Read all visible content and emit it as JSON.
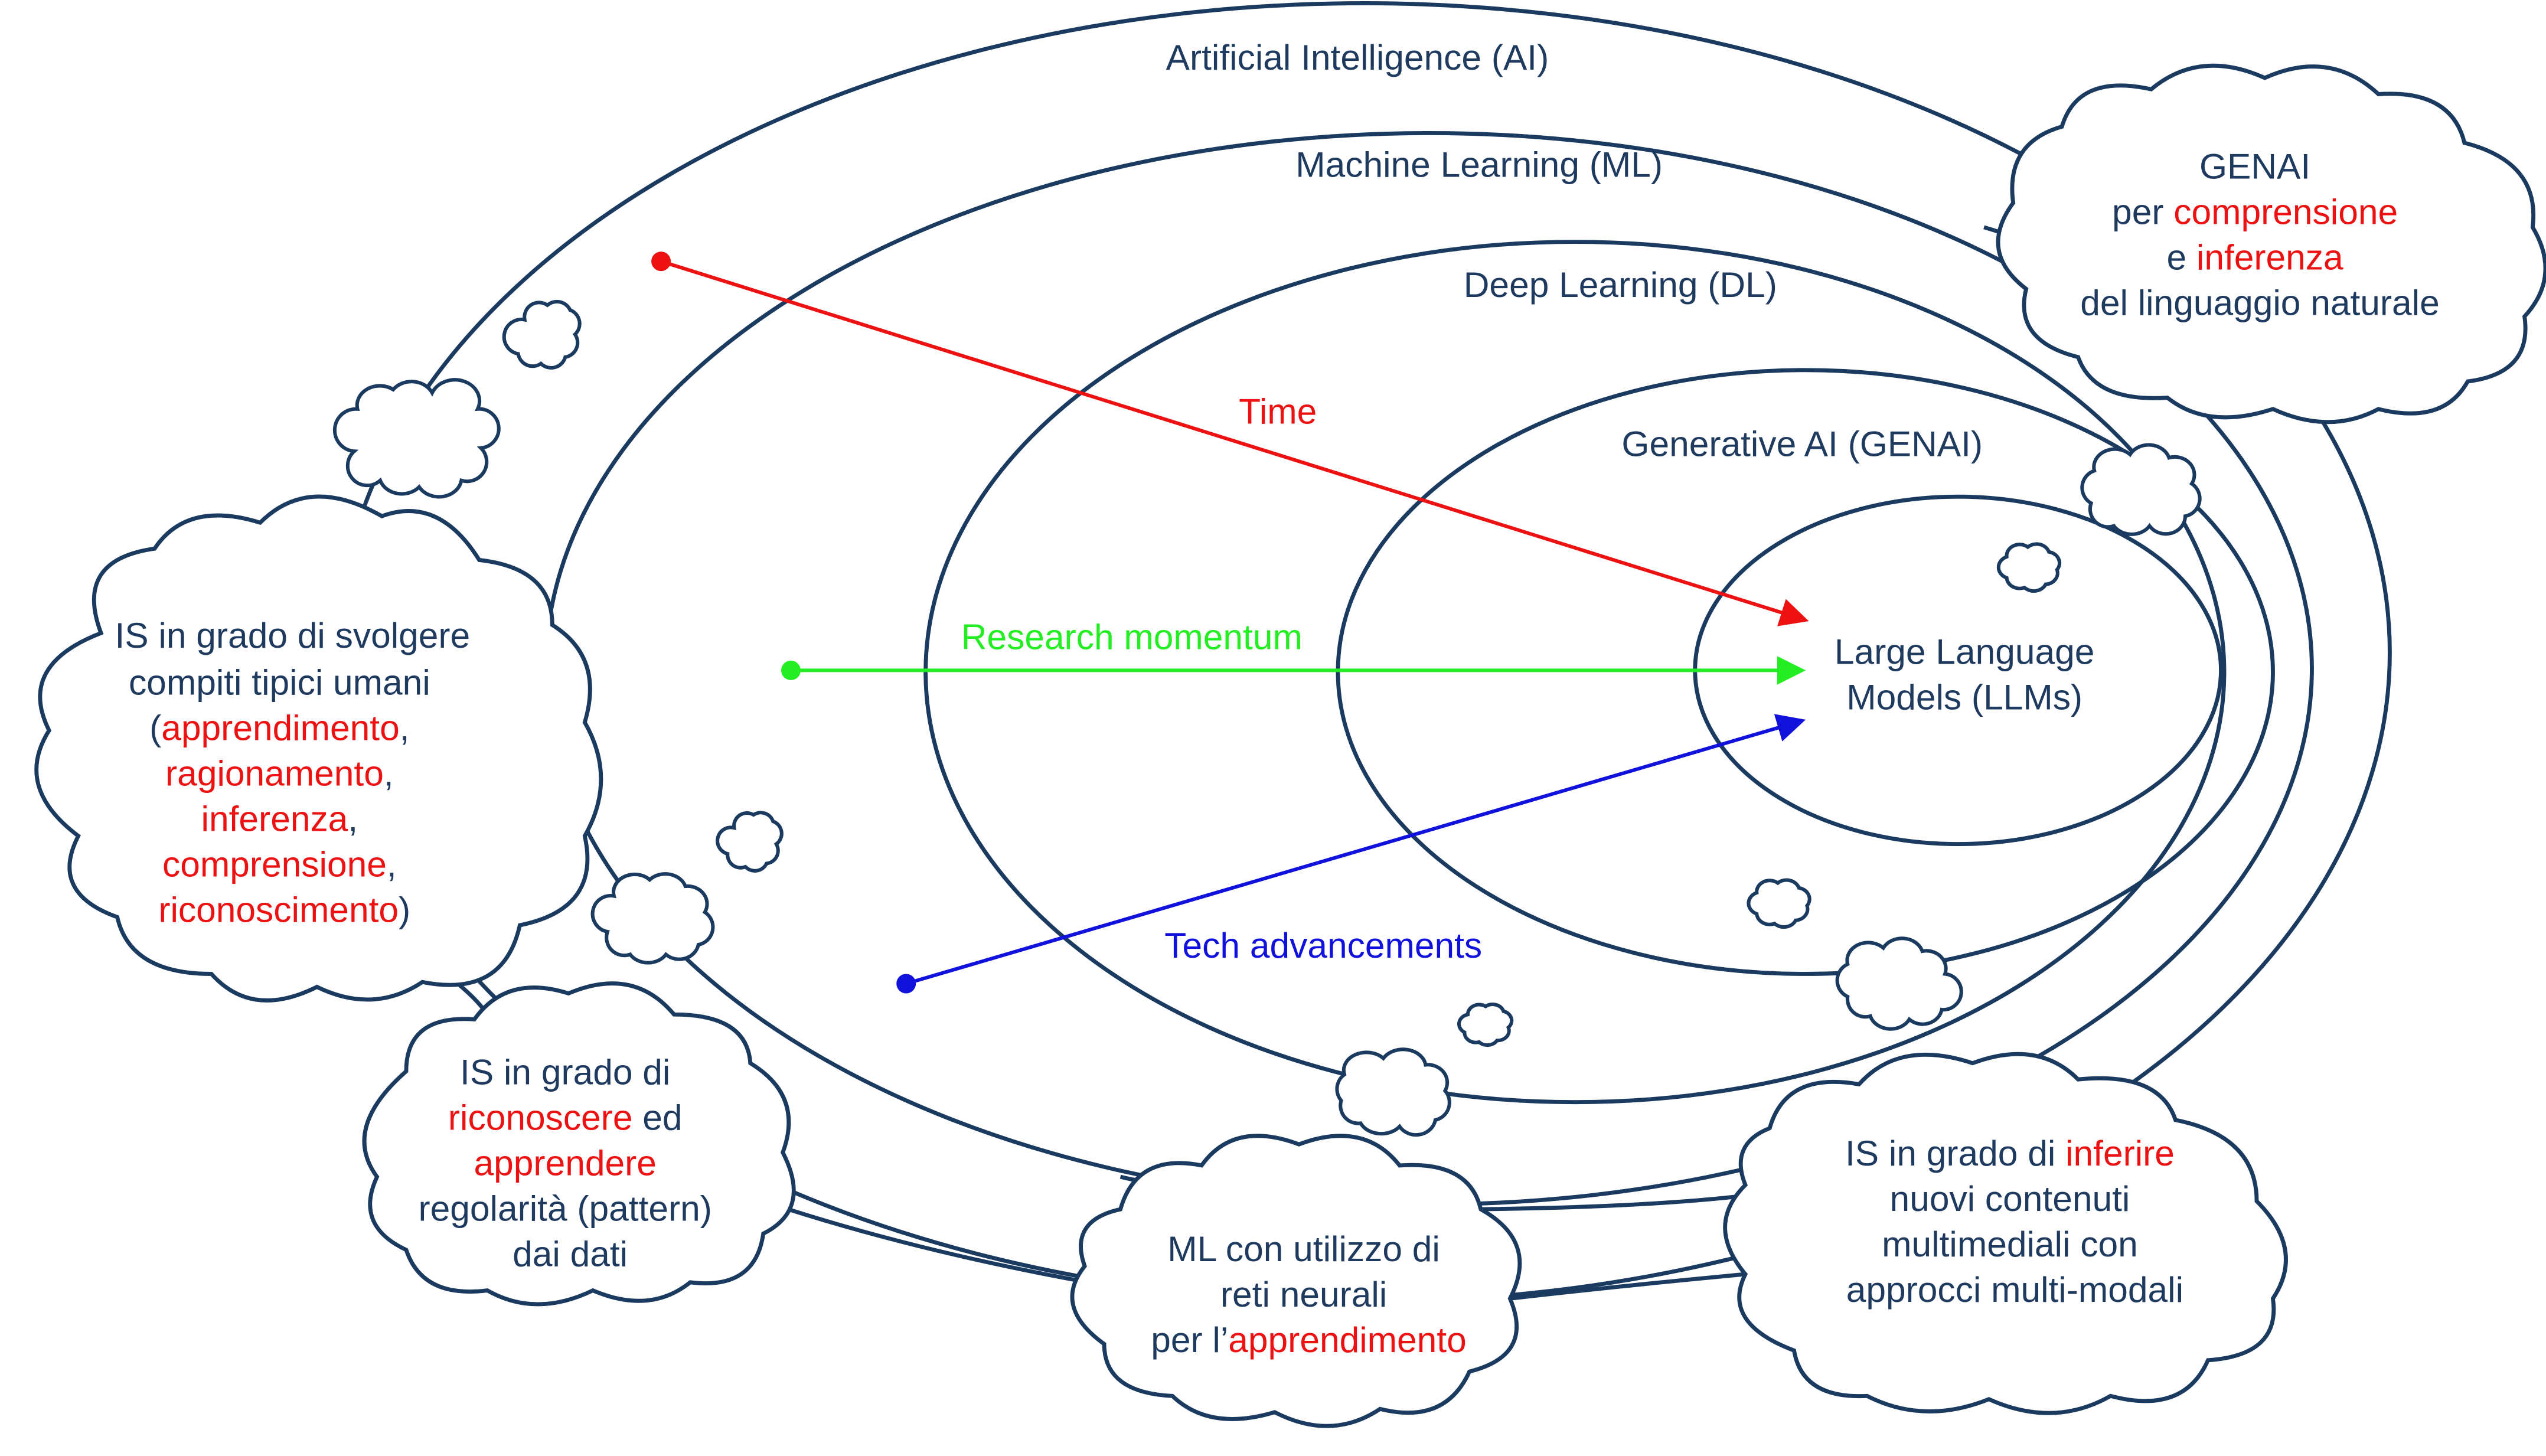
{
  "ellipse_labels": {
    "ai": "Artificial Intelligence (AI)",
    "ml": "Machine Learning (ML)",
    "dl": "Deep Learning (DL)",
    "genai": "Generative AI (GENAI)",
    "llm_line1": "Large Language",
    "llm_line2": "Models (LLMs)"
  },
  "arrows": {
    "time": "Time",
    "research": "Research momentum",
    "tech": "Tech advancements"
  },
  "colors": {
    "outline": "#1a3a60",
    "text": "#1f3a5f",
    "highlight": "#ee1111",
    "time": "#ee1111",
    "research": "#22ee22",
    "tech": "#1111dd"
  },
  "clouds": {
    "ai": {
      "l1": "IS in grado di svolgere",
      "l2": "compiti tipici umani",
      "l3_pre": "(",
      "l3_hl": "apprendimento",
      "l3_post": ",",
      "l4_hl": "ragionamento",
      "l4_post": ",",
      "l5_hl": "inferenza",
      "l5_post": ",",
      "l6_hl": "comprensione",
      "l6_post": ",",
      "l7_hl": "riconoscimento",
      "l7_post": ")"
    },
    "ml": {
      "l1": "IS in grado di",
      "l2_hl": "riconoscere",
      "l2_post": " ed",
      "l3_hl": "apprendere",
      "l4": "regolarità (pattern)",
      "l5": "dai dati"
    },
    "dl": {
      "l1": "ML con utilizzo di",
      "l2": "reti neurali",
      "l3_pre": "per l’",
      "l3_hl": "apprendimento"
    },
    "genai_multi": {
      "l1_pre": "IS in grado di ",
      "l1_hl": "inferire",
      "l2": "nuovi contenuti",
      "l3": "multimediali con",
      "l4": "approcci multi-modali"
    },
    "genai_lang": {
      "l1": "GENAI",
      "l2_pre": "per ",
      "l2_hl": "comprensione",
      "l3_pre": "e ",
      "l3_hl": "inferenza",
      "l4": "del linguaggio naturale"
    }
  }
}
